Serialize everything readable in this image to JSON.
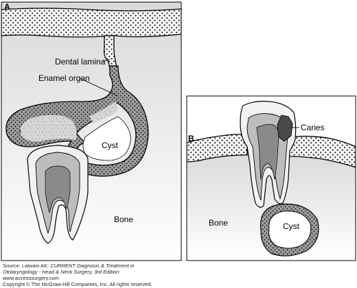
{
  "panels": {
    "a": {
      "letter": "A",
      "labels": {
        "dental_lamina": "Dental lamina",
        "enamel_organ": "Enamel organ",
        "cyst": "Cyst",
        "bone": "Bone"
      }
    },
    "b": {
      "letter": "B",
      "labels": {
        "caries": "Caries",
        "cyst": "Cyst",
        "bone": "Bone"
      }
    }
  },
  "caption": {
    "source_prefix": "Source: Lalwani AK: ",
    "source_title_line1": "CURRENT Diagnosis & Treatment in",
    "source_title_line2": "Otolaryngology - Head & Neck Surgery, 3rd Edition",
    "source_suffix": ":",
    "website": "www.accesssurgery.com",
    "copyright": "Copyright © The McGraw-Hill Companies, Inc. All rights reserved."
  },
  "colors": {
    "bone_gradient_top": "#d9d9d9",
    "bone_gradient_bottom": "#ffffff",
    "gum": "#f4f4f4",
    "enamel": "#f2f2f2",
    "dentin": "#bdbdbd",
    "pulp": "#8a8a8a",
    "caries": "#4a4a4a",
    "cyst_wall": "#9a9a9a",
    "outline": "#000000"
  }
}
